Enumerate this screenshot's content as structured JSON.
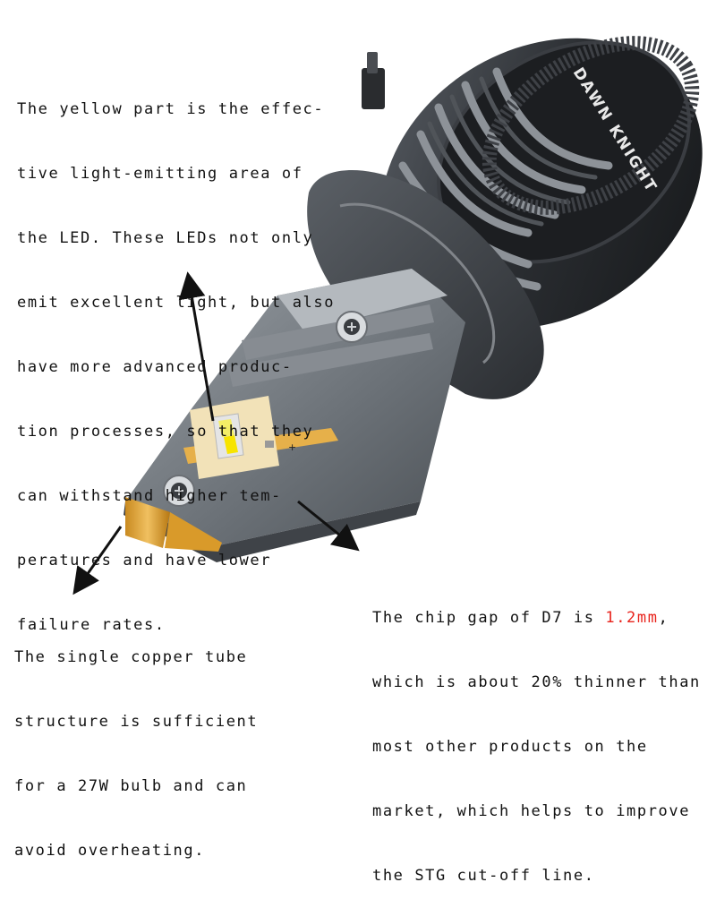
{
  "product": {
    "brand_text": "DAWN KNIGHT",
    "led_mark": "+"
  },
  "captions": {
    "top_lines": [
      "The yellow part is the effec-",
      "tive light-emitting area of",
      "the LED. These LEDs not only",
      "emit excellent light, but also",
      "have more advanced produc-",
      "tion processes, so that they",
      "can withstand higher tem-",
      "peratures and have lower",
      "failure rates."
    ],
    "bottom_left_lines": [
      "The single copper tube",
      "structure is sufficient",
      "for a 27W bulb and can",
      "avoid overheating."
    ],
    "bottom_right": {
      "line1_prefix": "The chip gap of D7 is ",
      "line1_highlight": "1.2mm",
      "line1_suffix": ",",
      "lines": [
        "which is about 20% thinner than",
        "most other products on the",
        "market, which helps to improve",
        "the STG cut-off line."
      ]
    }
  },
  "colors": {
    "highlight": "#e8231c",
    "copper": "#e0a030",
    "housing": "#6c7278"
  }
}
